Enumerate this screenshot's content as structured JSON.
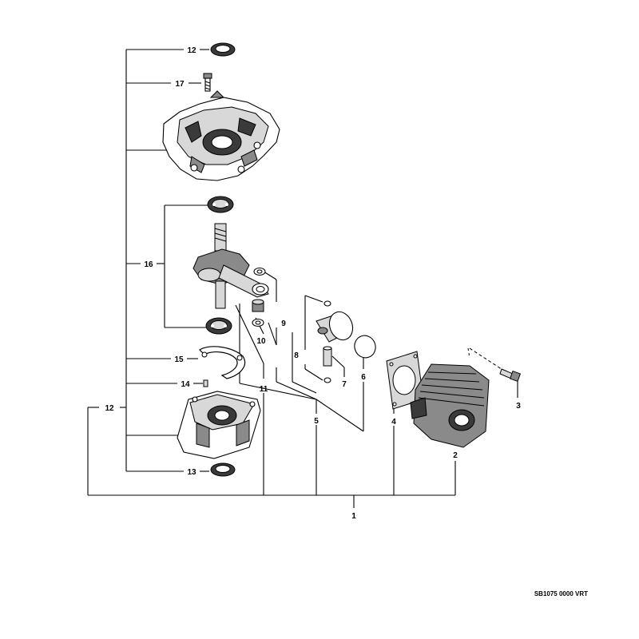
{
  "callouts": {
    "c1": "1",
    "c2": "2",
    "c3": "3",
    "c4": "4",
    "c5": "5",
    "c6": "6",
    "c7": "7",
    "c8": "8",
    "c9": "9",
    "c10": "10",
    "c11": "11",
    "c12_top": "12",
    "c12_side": "12",
    "c13": "13",
    "c14": "14",
    "c15": "15",
    "c16": "16",
    "c17": "17"
  },
  "drawing_code": "SB1075 0000 VRT"
}
